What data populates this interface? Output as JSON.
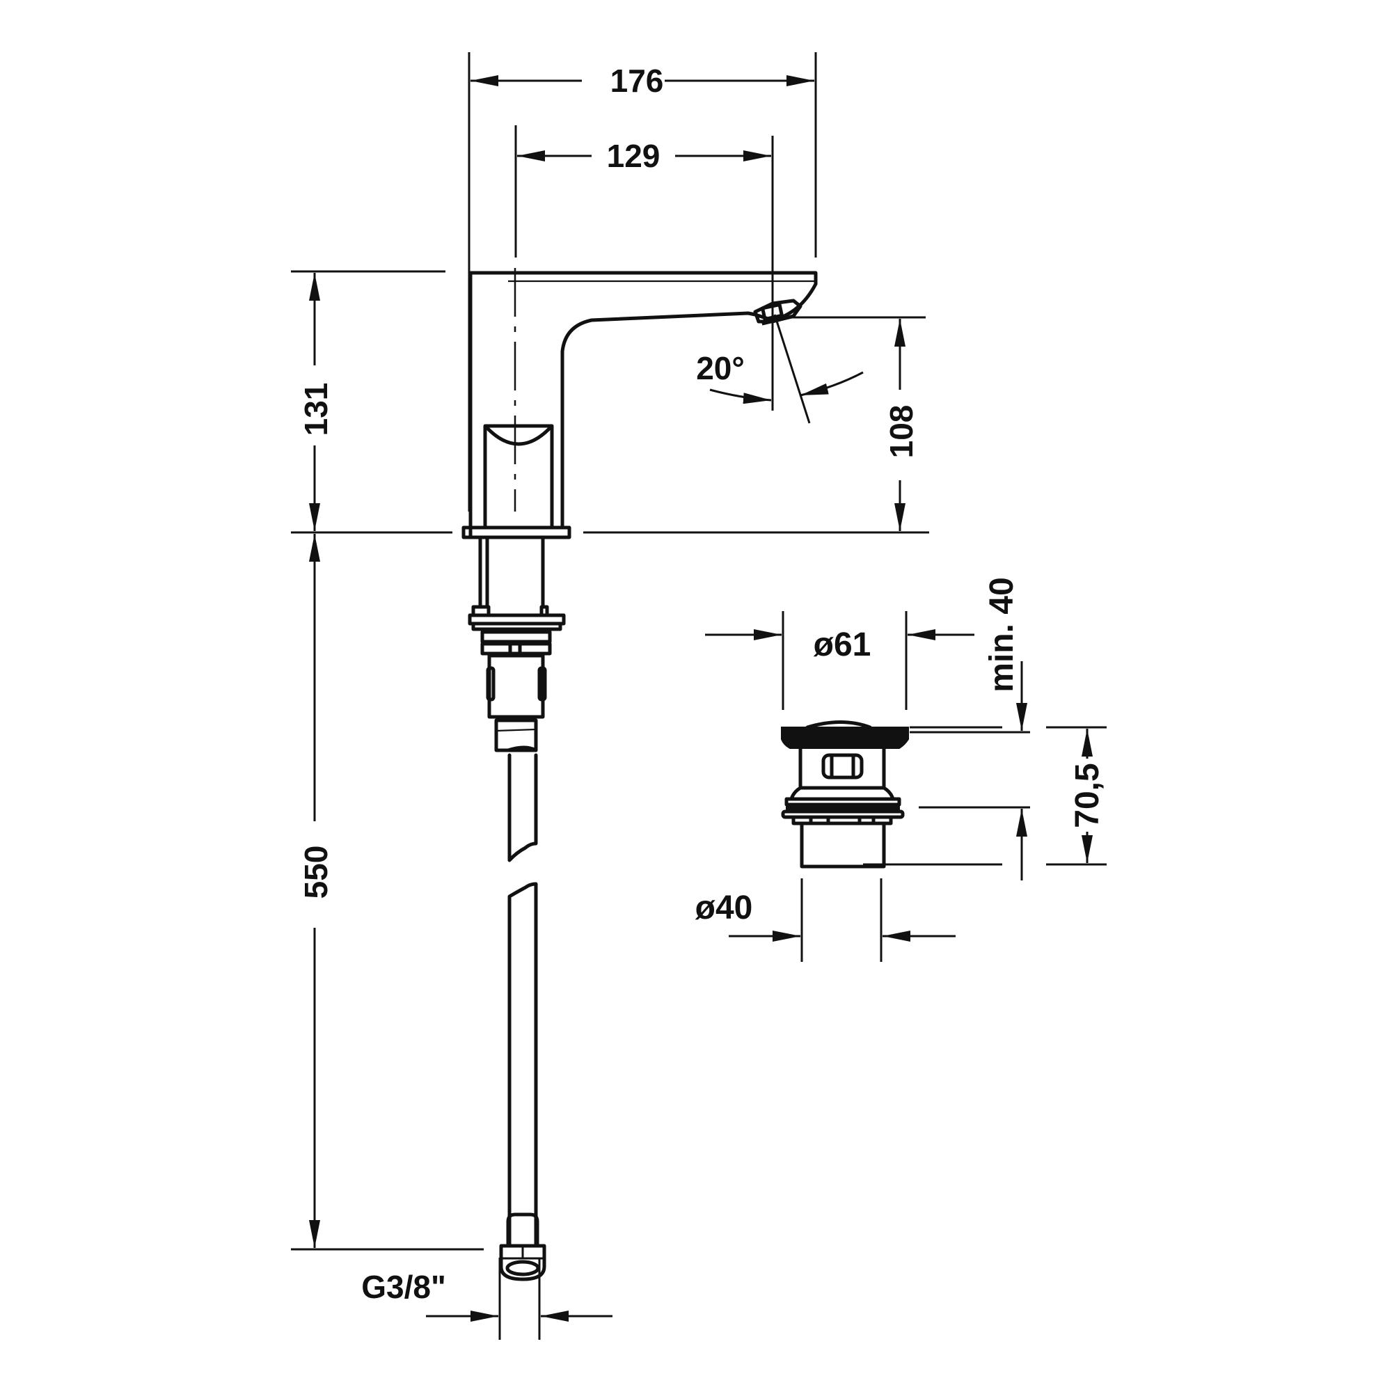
{
  "drawing": {
    "title": "Faucet and drain valve dimension drawing",
    "units": "mm",
    "line_color": "#111111",
    "background": "#ffffff"
  },
  "faucet": {
    "dimensions": {
      "overall_reach": "176",
      "spout_reach_from_axis": "129",
      "height_above_deck": "131",
      "outlet_height": "108",
      "spray_angle": "20°",
      "hose_length": "550",
      "connection_thread": "G3/8\""
    }
  },
  "drain_valve": {
    "dimensions": {
      "cap_diameter": "ø61",
      "min_clearance": "min. 40",
      "height": "70,5",
      "thread_diameter": "ø40"
    }
  }
}
